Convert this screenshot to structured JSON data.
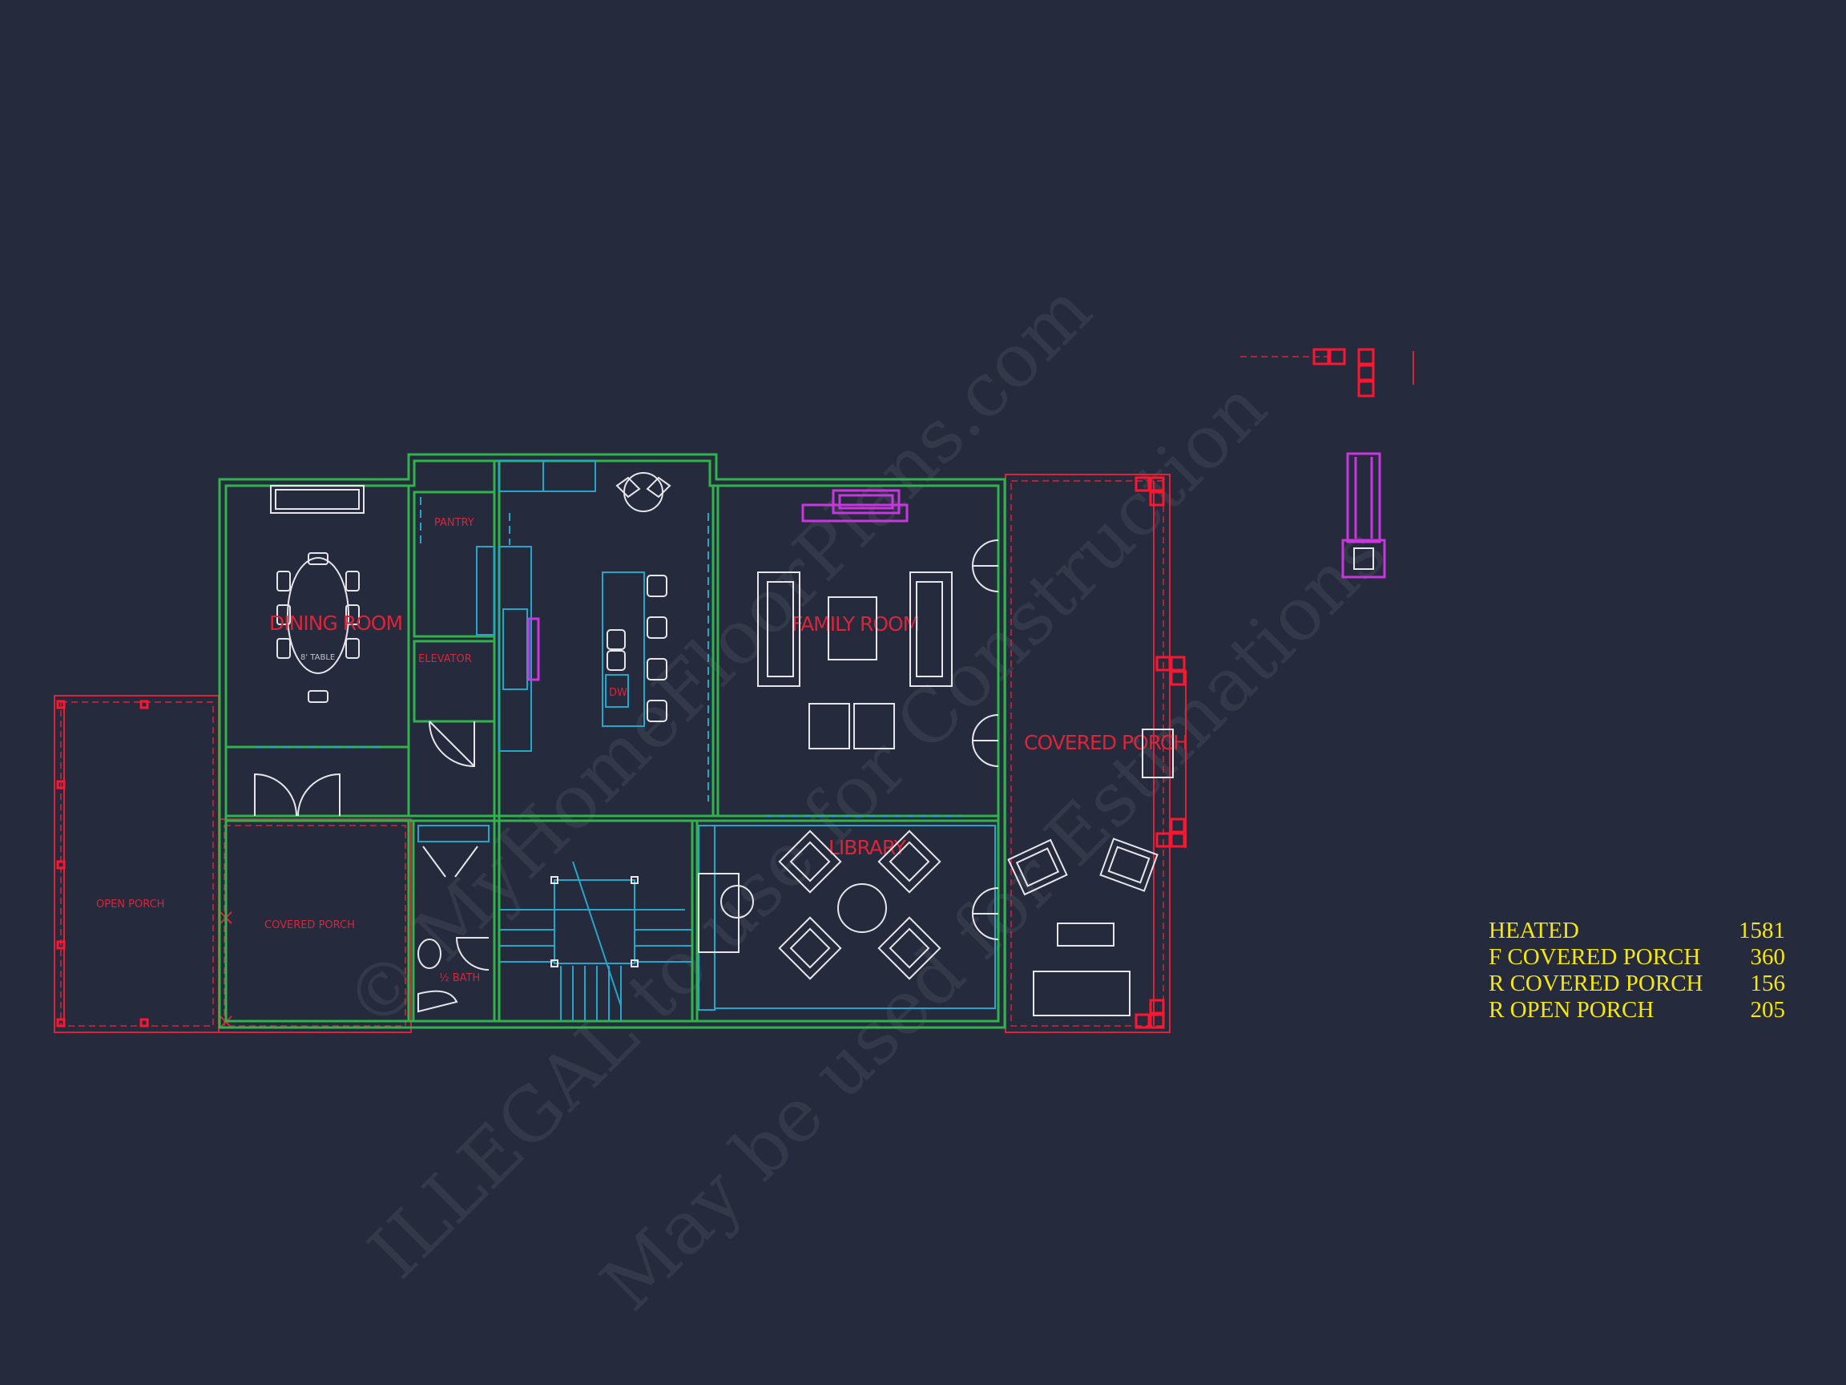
{
  "watermark": {
    "line1": "© MyHomeFloorPlans.com",
    "line2": "ILLEGAL to use for Construction",
    "line3": "May be used for Estimations"
  },
  "rooms": {
    "dining": "DINING ROOM",
    "pantry": "PANTRY",
    "elevator": "ELEVATOR",
    "family": "FAMILY ROOM",
    "covered_porch_front": "COVERED PORCH",
    "library": "LIBRARY",
    "open_porch": "OPEN PORCH",
    "covered_porch_rear": "COVERED PORCH",
    "half_bath": "½ BATH",
    "table_note": "8' TABLE",
    "dw": "DW"
  },
  "area_schedule": [
    {
      "label": "HEATED",
      "value": "1581"
    },
    {
      "label": "F COVERED PORCH",
      "value": "360"
    },
    {
      "label": "R COVERED PORCH",
      "value": "156"
    },
    {
      "label": "R OPEN PORCH",
      "value": "205"
    }
  ],
  "colors": {
    "background": "#252a3c",
    "walls": "#2fb34a",
    "cabinets": "#25a6c9",
    "furniture": "#e6e6ea",
    "porch_lines": "#d9253a",
    "labels": "#d9253a",
    "fixtures": "#c936e0",
    "schedule_text": "#f5e60f"
  }
}
